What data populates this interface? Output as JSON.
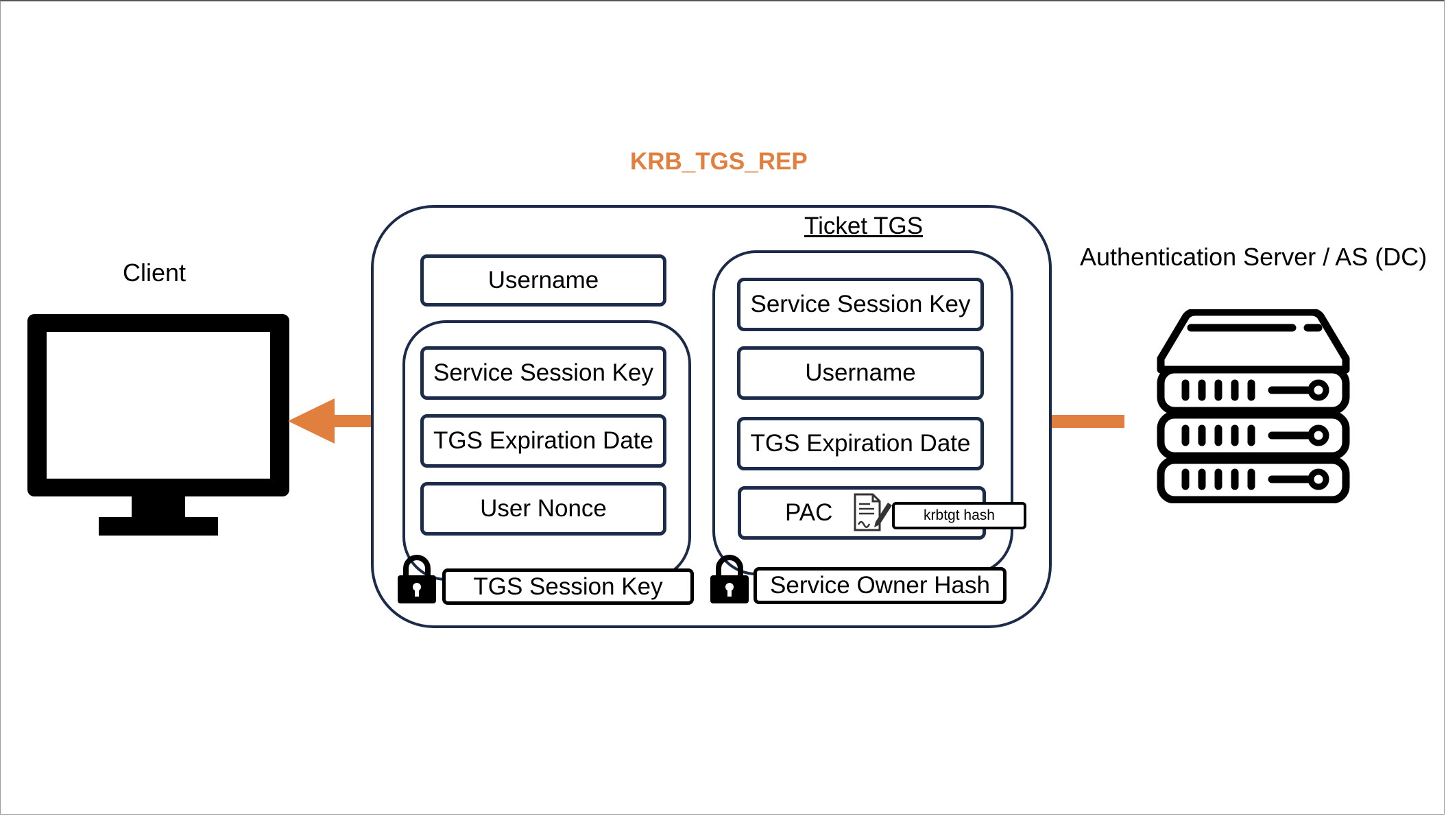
{
  "title": "KRB_TGS_REP",
  "client": {
    "label": "Client",
    "icon": "monitor-icon"
  },
  "server": {
    "label": "Authentication Server / AS (DC)",
    "icon": "server-icon"
  },
  "message": {
    "username": "Username",
    "encrypted_part": {
      "fields": [
        "Service Session Key",
        "TGS Expiration Date",
        "User Nonce"
      ],
      "key_label": "TGS Session Key"
    },
    "ticket": {
      "title": "Ticket TGS",
      "fields": [
        "Service Session Key",
        "Username",
        "TGS Expiration Date"
      ],
      "pac_label": "PAC",
      "pac_signature": "krbtgt hash",
      "key_label": "Service Owner Hash"
    }
  },
  "colors": {
    "accent": "#e07f3e",
    "border": "#1c2b4a"
  }
}
